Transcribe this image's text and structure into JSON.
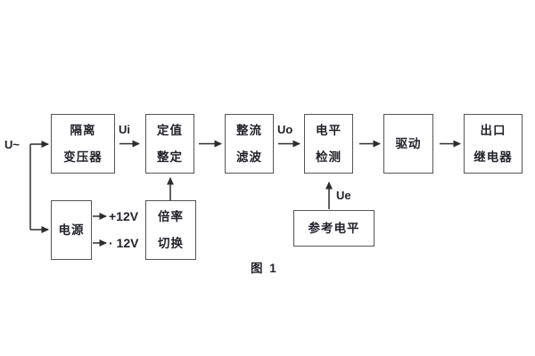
{
  "figure": {
    "caption": "图 1",
    "input_label": "U~",
    "signal_labels": {
      "ui": "Ui",
      "uo": "Uo",
      "ue": "Ue"
    },
    "power_rails": {
      "positive": "+12V",
      "negative": "· 12V"
    },
    "blocks": {
      "isolation_transformer": {
        "line1": "隔离",
        "line2": "变压器"
      },
      "value_setting": {
        "line1": "定值",
        "line2": "整定"
      },
      "rectifier_filter": {
        "line1": "整流",
        "line2": "滤波"
      },
      "level_detection": {
        "line1": "电平",
        "line2": "检测"
      },
      "driver": {
        "line1": "驱动"
      },
      "output_relay": {
        "line1": "出口",
        "line2": "继电器"
      },
      "power_supply": {
        "line1": "电源"
      },
      "ratio_switch": {
        "line1": "倍率",
        "line2": "切换"
      },
      "reference_level": {
        "line1": "参考电平"
      }
    }
  }
}
